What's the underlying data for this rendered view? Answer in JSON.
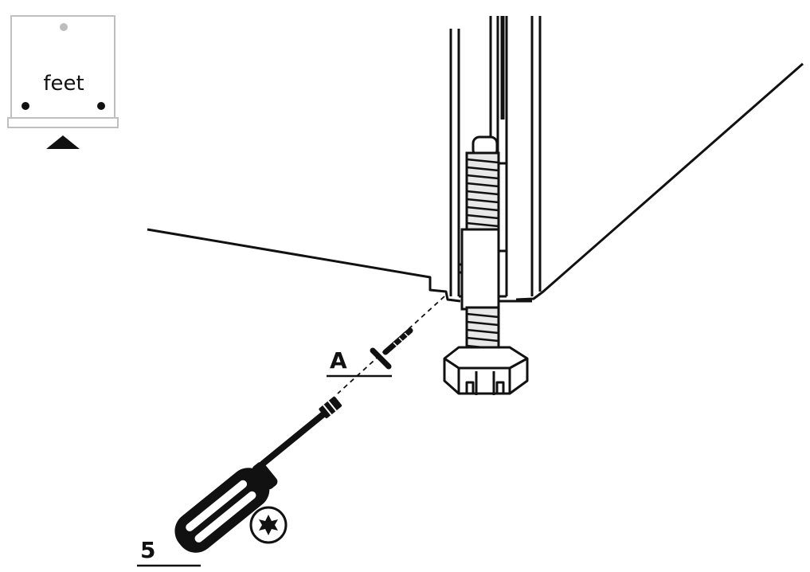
{
  "locator": {
    "label": "feet"
  },
  "parts": {
    "screw_label": "A",
    "tool_label": "5"
  },
  "colors": {
    "ink": "#111111",
    "panel_border": "#bfbfbf",
    "marker_inactive": "#bdbdbd",
    "thread_fill": "#e8e8e8"
  },
  "icons": {
    "tool_tip": "torx-star-icon",
    "pointer": "triangle-up-icon"
  }
}
